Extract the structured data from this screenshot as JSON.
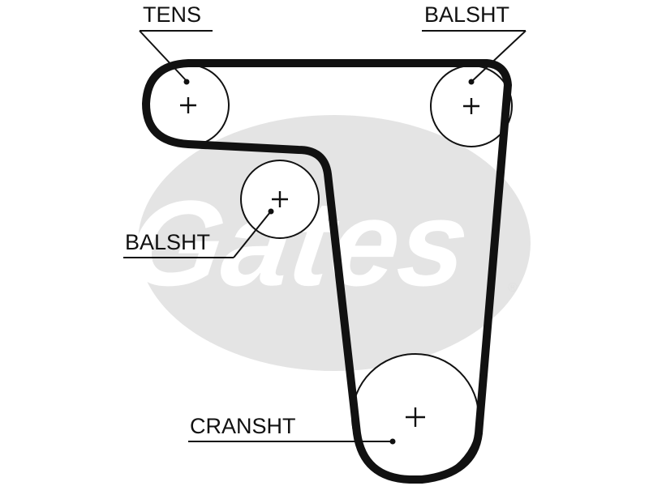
{
  "labels": {
    "tens": "TENS",
    "balsht_top": "BALSHT",
    "balsht_mid": "BALSHT",
    "cranksht": "CRANSHT"
  },
  "watermark": {
    "brand": "Gates",
    "registered_mark": "®"
  },
  "colors": {
    "ink": "#111111",
    "watermark": "#e4e4e4",
    "background": "#ffffff"
  }
}
